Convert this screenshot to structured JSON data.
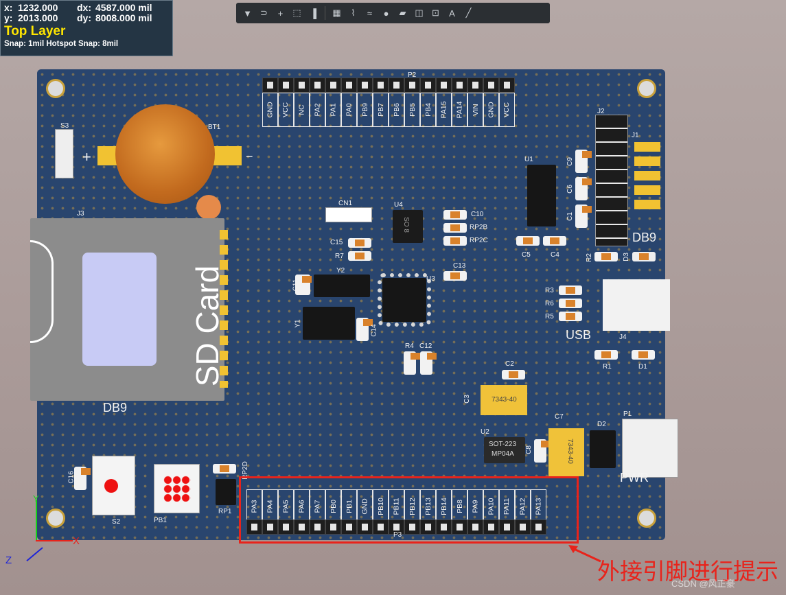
{
  "hud": {
    "x_label": "x:",
    "x_value": "1232.000",
    "dx_label": "dx:",
    "dx_value": "4587.000 mil",
    "y_label": "y:",
    "y_value": "2013.000",
    "dy_label": "dy:",
    "dy_value": "8008.000 mil",
    "layer": "Top Layer",
    "snap": "Snap: 1mil Hotspot Snap: 8mil"
  },
  "toolbar": {
    "tools": [
      {
        "name": "filter-icon",
        "glyph": "▼"
      },
      {
        "name": "interactive-route-icon",
        "glyph": "⊃"
      },
      {
        "name": "crosshair-icon",
        "glyph": "+"
      },
      {
        "name": "select-rect-icon",
        "glyph": "⬚"
      },
      {
        "name": "align-icon",
        "glyph": "▐"
      },
      {
        "name": "component-icon",
        "glyph": "▦"
      },
      {
        "name": "route-icon",
        "glyph": "⌇"
      },
      {
        "name": "diff-pair-icon",
        "glyph": "≈"
      },
      {
        "name": "via-icon",
        "glyph": "●"
      },
      {
        "name": "polygon-icon",
        "glyph": "▰"
      },
      {
        "name": "region-icon",
        "glyph": "◫"
      },
      {
        "name": "dimension-icon",
        "glyph": "⊡"
      },
      {
        "name": "text-icon",
        "glyph": "A"
      },
      {
        "name": "line-icon",
        "glyph": "╱"
      }
    ]
  },
  "board": {
    "p2_labels": [
      "GND",
      "VCC",
      "NC",
      "PA2",
      "PA1",
      "PA0",
      "PB9",
      "PB7",
      "PB6",
      "PB5",
      "PB4",
      "PA15",
      "PA14",
      "VIN",
      "GND",
      "VCC"
    ],
    "p3_labels": [
      "PA3",
      "PA4",
      "PA5",
      "PA6",
      "PA7",
      "PB0",
      "PB1",
      "GND",
      "PB10",
      "PB11",
      "PB12",
      "PB13",
      "PB14",
      "PB8",
      "PA9",
      "PA10",
      "PA11",
      "PA12",
      "PA13"
    ],
    "designators": {
      "p2": "P2",
      "p3": "P3",
      "bt1": "BT1",
      "s3": "S3",
      "j3": "J3",
      "cn1": "CN1",
      "u4": "U4",
      "u1": "U1",
      "j2": "J2",
      "j1": "J1",
      "c10": "C10",
      "rp2b": "RP2B",
      "rp2c": "RP2C",
      "c15": "C15",
      "r7": "R7",
      "y2": "Y2",
      "u3": "U3",
      "c13": "C13",
      "c11": "C11",
      "y1": "Y1",
      "c14": "C14",
      "r4": "R4",
      "c12": "C12",
      "c9": "C9",
      "c6": "C6",
      "c1": "C1",
      "c5": "C5",
      "c4": "C4",
      "r2": "R2",
      "d3": "D3",
      "r3": "R3",
      "r6": "R6",
      "r5": "R5",
      "j4": "J4",
      "r1": "R1",
      "d1": "D1",
      "c2": "C2",
      "c3": "C3",
      "u2": "U2",
      "c7": "C7",
      "d2": "D2",
      "p1": "P1",
      "c8": "C8",
      "c16": "C16",
      "s2": "S2",
      "pb1": "PB1",
      "rp1": "RP1",
      "rp2d": "RP2D"
    },
    "big_labels": {
      "db9_right": "DB9",
      "db9_left": "DB9",
      "usb": "USB",
      "pwr": "PWR",
      "sd_card": "SD Card",
      "plus": "+",
      "minus": "−",
      "so8": "SO 8",
      "c3_part": "7343-40",
      "c7_part": "7343-40",
      "u2_part_line1": "SOT-223",
      "u2_part_line2": "MP04A"
    }
  },
  "axes": {
    "x": "X",
    "y": "Y",
    "z": "Z"
  },
  "annotation": {
    "text": "外接引脚进行提示",
    "color": "#e8231b"
  },
  "watermark": "CSDN @风正豪"
}
